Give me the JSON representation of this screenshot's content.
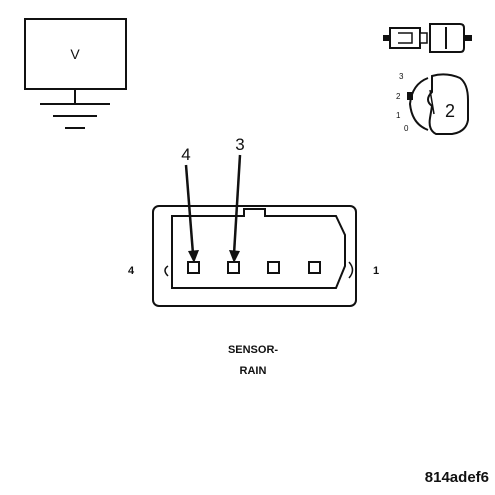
{
  "meter": {
    "label": "V"
  },
  "connector": {
    "probe_left_label": "4",
    "probe_right_label": "3",
    "end_left_label": "4",
    "end_right_label": "1"
  },
  "key_switch": {
    "positions": [
      "3",
      "2",
      "1",
      "0"
    ],
    "key_number": "2"
  },
  "component": {
    "line1": "SENSOR-",
    "line2": "RAIN"
  },
  "figure_code": "814adef6"
}
